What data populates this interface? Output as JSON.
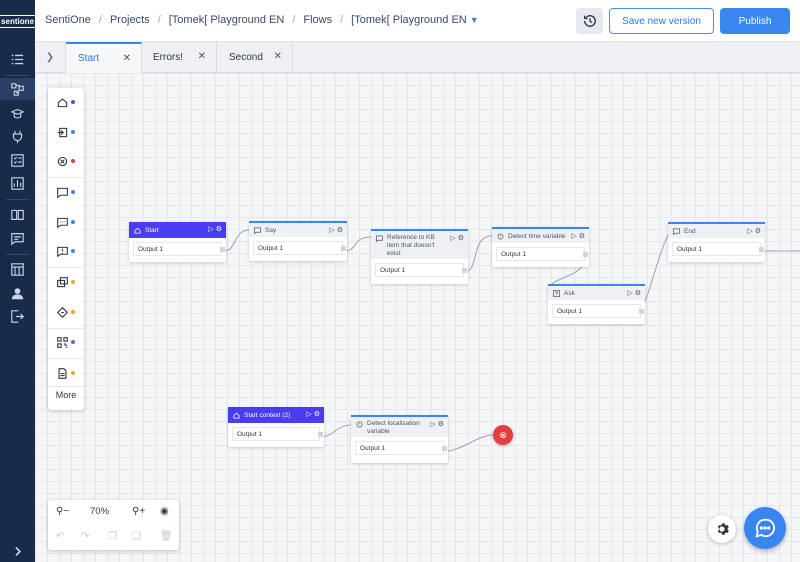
{
  "brand": {
    "logo_text": "sentione"
  },
  "breadcrumb": {
    "items": [
      "SentiOne",
      "Projects",
      "[Tomek[ Playground EN",
      "Flows",
      "[Tomek[ Playground EN"
    ],
    "separator": "/"
  },
  "header": {
    "save_label": "Save new version",
    "publish_label": "Publish"
  },
  "tabs": [
    {
      "label": "Start",
      "active": true
    },
    {
      "label": "Errors!",
      "active": false
    },
    {
      "label": "Second",
      "active": false
    }
  ],
  "palette": {
    "items": [
      {
        "icon": "home-icon",
        "dot": "#3a5cf0"
      },
      {
        "icon": "enter-icon",
        "dot": "#3a86f0"
      },
      {
        "icon": "close-circle-icon",
        "dot": "#e53e3e"
      },
      {
        "icon": "message-icon",
        "dot": "#3a86f0"
      },
      {
        "icon": "message-dots-icon",
        "dot": "#3a86f0"
      },
      {
        "icon": "message-alert-icon",
        "dot": "#3a86f0"
      },
      {
        "icon": "cards-icon",
        "dot": "#f0a830"
      },
      {
        "icon": "diamond-icon",
        "dot": "#f0a830"
      },
      {
        "icon": "qr-icon",
        "dot": "#9b4ad6"
      },
      {
        "icon": "document-icon",
        "dot": "#f0a830"
      }
    ],
    "more_label": "More"
  },
  "nodes": [
    {
      "id": "start",
      "title": "Start",
      "output": "Output 1"
    },
    {
      "id": "say",
      "title": "Say",
      "output": "Output 1"
    },
    {
      "id": "kb",
      "title": "Reference to KB item that doesn't exist",
      "output": "Output 1"
    },
    {
      "id": "time",
      "title": "Detect time variable",
      "output": "Output 1"
    },
    {
      "id": "ask",
      "title": "Ask",
      "output": "Output 1"
    },
    {
      "id": "end",
      "title": "End",
      "output": "Output 1"
    },
    {
      "id": "startctx",
      "title": "Start context (2)",
      "output": "Output 1"
    },
    {
      "id": "loc",
      "title": "Detect localisation variable",
      "output": "Output 1"
    }
  ],
  "zoom": {
    "level": "70%"
  },
  "colors": {
    "accent": "#3a86f0",
    "start_node": "#4a3cf0",
    "rail": "#1a2b4a",
    "end": "#e53e3e"
  }
}
